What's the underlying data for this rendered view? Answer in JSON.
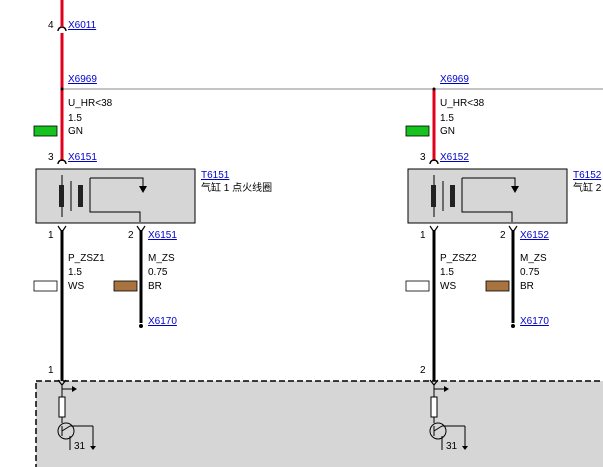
{
  "top": {
    "pin": "4",
    "connector": "X6011"
  },
  "channels": [
    {
      "splice": "X6969",
      "supply": {
        "signal": "U_HR<38",
        "size": "1.5",
        "color": "GN",
        "swatch": "#16c21e"
      },
      "coil_connector": "X6151",
      "coil_pin": "3",
      "component": "T6151",
      "component_desc": "气缸 1 点火线圈",
      "out_left_pin": "1",
      "out_right_pin": "2",
      "out_right_connector": "X6151",
      "left_wire": {
        "signal": "P_ZSZ1",
        "size": "1.5",
        "color": "WS",
        "swatch": "#ffffff"
      },
      "right_wire": {
        "signal": "M_ZS",
        "size": "0.75",
        "color": "BR",
        "swatch": "#a9733f"
      },
      "ground": "X6170",
      "ecu_pin": "1",
      "ground_label": "31"
    },
    {
      "splice": "X6969",
      "supply": {
        "signal": "U_HR<38",
        "size": "1.5",
        "color": "GN",
        "swatch": "#16c21e"
      },
      "coil_connector": "X6152",
      "coil_pin": "3",
      "component": "T6152",
      "component_desc": "气缸 2",
      "out_left_pin": "1",
      "out_right_pin": "2",
      "out_right_connector": "X6152",
      "left_wire": {
        "signal": "P_ZSZ2",
        "size": "1.5",
        "color": "WS",
        "swatch": "#ffffff"
      },
      "right_wire": {
        "signal": "M_ZS",
        "size": "0.75",
        "color": "BR",
        "swatch": "#a9733f"
      },
      "ground": "X6170",
      "ecu_pin": "2",
      "ground_label": "31"
    }
  ]
}
